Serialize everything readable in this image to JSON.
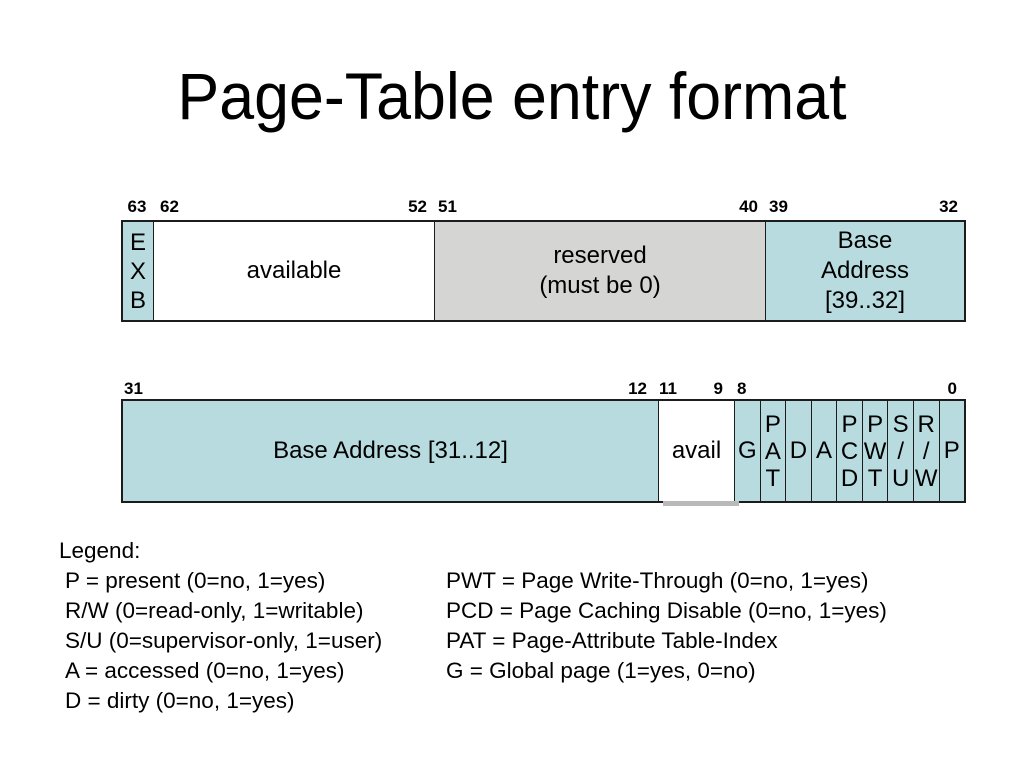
{
  "slide": {
    "title": "Page-Table entry format"
  },
  "colors": {
    "teal": "#b7dbdf",
    "gray": "#d5d5d3",
    "border": "#1c1c1c"
  },
  "diagram": {
    "upper": {
      "bits": {
        "b63": "63",
        "b62": "62",
        "b52": "52",
        "b51": "51",
        "b40": "40",
        "b39": "39",
        "b32": "32"
      },
      "fields": {
        "exb": {
          "lines": [
            "E",
            "X",
            "B"
          ]
        },
        "available": {
          "label": "available"
        },
        "reserved": {
          "lines": [
            "reserved",
            "(must be 0)"
          ]
        },
        "base_hi": {
          "lines": [
            "Base",
            "Address",
            "[39..32]"
          ]
        }
      }
    },
    "lower": {
      "bits": {
        "b31": "31",
        "b12": "12",
        "b11": "11",
        "b9": "9",
        "b8": "8",
        "b0": "0"
      },
      "fields": {
        "base_lo": {
          "label": "Base Address [31..12]"
        },
        "avail": {
          "label": "avail"
        },
        "g": {
          "label": "G"
        },
        "pat": {
          "lines": [
            "P",
            "A",
            "T"
          ]
        },
        "d": {
          "label": "D"
        },
        "a": {
          "label": "A"
        },
        "pcd": {
          "lines": [
            "P",
            "C",
            "D"
          ]
        },
        "pwt": {
          "lines": [
            "P",
            "W",
            "T"
          ]
        },
        "su": {
          "lines": [
            "S",
            "/",
            "U"
          ]
        },
        "rw": {
          "lines": [
            "R",
            "/",
            "W"
          ]
        },
        "p": {
          "label": "P"
        }
      }
    }
  },
  "legend": {
    "heading": "Legend:",
    "left": [
      "P = present (0=no, 1=yes)",
      "R/W (0=read-only, 1=writable)",
      "S/U (0=supervisor-only, 1=user)",
      "A = accessed (0=no, 1=yes)",
      "D = dirty (0=no, 1=yes)"
    ],
    "right": [
      "PWT = Page Write-Through (0=no, 1=yes)",
      "PCD = Page Caching Disable (0=no, 1=yes)",
      "PAT = Page-Attribute Table-Index",
      "G = Global page (1=yes, 0=no)"
    ]
  }
}
